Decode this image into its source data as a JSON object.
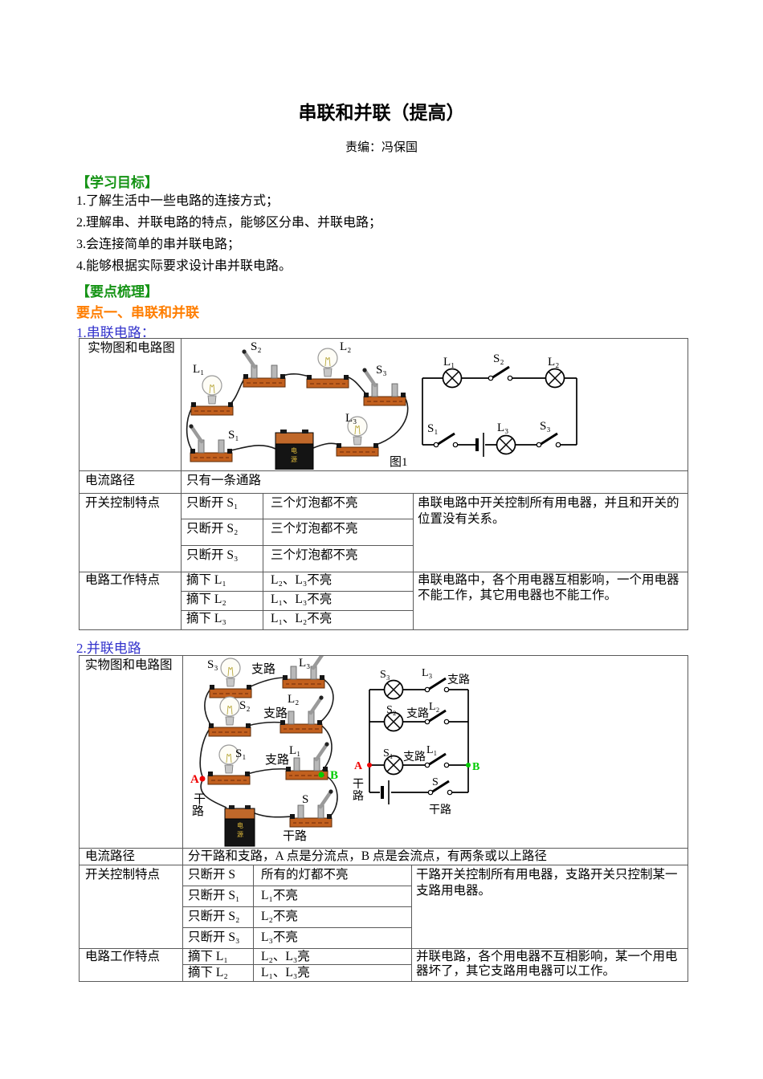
{
  "page": {
    "title": "串联和并联（提高）",
    "byline": "责编：冯保国"
  },
  "colors": {
    "heading_green": "#149314",
    "heading_orange": "#ff7e00",
    "heading_blue": "#3333cc",
    "wood": "#c2601e",
    "node_a_red": "#ee0000",
    "node_b_green": "#00cc00"
  },
  "sections": {
    "objectives_heading": "【学习目标】",
    "objectives": [
      "1.了解生活中一些电路的连接方式；",
      "2.理解串、并联电路的特点，能够区分串、并联电路；",
      "3.会连接简单的串并联电路；",
      "4.能够根据实际要求设计串并联电路。"
    ],
    "outline_heading": "【要点梳理】",
    "point1_heading": "要点一、串联和并联",
    "series_heading": "1.串联电路：",
    "parallel_heading": "2.并联电路"
  },
  "fig1": {
    "caption": "图1",
    "labels": {
      "l1": "L₁",
      "l2": "L₂",
      "l3": "L₃",
      "s1": "S₁",
      "s2": "S₂",
      "s3": "S₃"
    },
    "battery_text": [
      "电",
      "源"
    ]
  },
  "fig2": {
    "labels": {
      "l1": "L₁",
      "l2": "L₂",
      "l3": "L₃",
      "s1": "S₁",
      "s2": "S₂",
      "s3": "S₃",
      "s": "S"
    },
    "branch": "支路",
    "trunk": "干路",
    "trunk_chars": [
      "干",
      "路"
    ],
    "node_a": "A",
    "node_b": "B",
    "battery_text": [
      "电",
      "源"
    ]
  },
  "series_table": {
    "row_labels": {
      "photo": "实物图和电路图",
      "path": "电流路径",
      "switch": "开关控制特点",
      "work": "电路工作特点"
    },
    "path_value": "只有一条通路",
    "switch_rows": [
      {
        "action": "只断开 S₁",
        "result": "三个灯泡都不亮"
      },
      {
        "action": "只断开 S₂",
        "result": "三个灯泡都不亮"
      },
      {
        "action": "只断开 S₃",
        "result": "三个灯泡都不亮"
      }
    ],
    "switch_note": "串联电路中开关控制所有用电器，并且和开关的位置没有关系。",
    "work_rows": [
      {
        "action": "摘下 L₁",
        "result": "L₂、L₃不亮"
      },
      {
        "action": "摘下 L₂",
        "result": "L₁、L₃不亮"
      },
      {
        "action": "摘下 L₃",
        "result": "L₁、L₂不亮"
      }
    ],
    "work_note": "串联电路中，各个用电器互相影响，一个用电器不能工作，其它用电器也不能工作。"
  },
  "parallel_table": {
    "row_labels": {
      "photo": "实物图和电路图",
      "path": "电流路径",
      "switch": "开关控制特点",
      "work": "电路工作特点"
    },
    "path_value": "分干路和支路，A 点是分流点，B 点是会流点，有两条或以上路径",
    "switch_rows": [
      {
        "action": "只断开 S",
        "result": "所有的灯都不亮"
      },
      {
        "action": "只断开 S₁",
        "result": "L₁不亮"
      },
      {
        "action": "只断开 S₂",
        "result": "L₂不亮"
      },
      {
        "action": "只断开 S₃",
        "result": "L₃不亮"
      }
    ],
    "switch_note": "干路开关控制所有用电器，支路开关只控制某一支路用电器。",
    "work_rows": [
      {
        "action": "摘下 L₁",
        "result": "L₂、L₃亮"
      },
      {
        "action": "摘下 L₂",
        "result": "L₁、L₃亮"
      }
    ],
    "work_note": "并联电路，各个用电器不互相影响，某一个用电器坏了，其它支路用电器可以工作。"
  }
}
